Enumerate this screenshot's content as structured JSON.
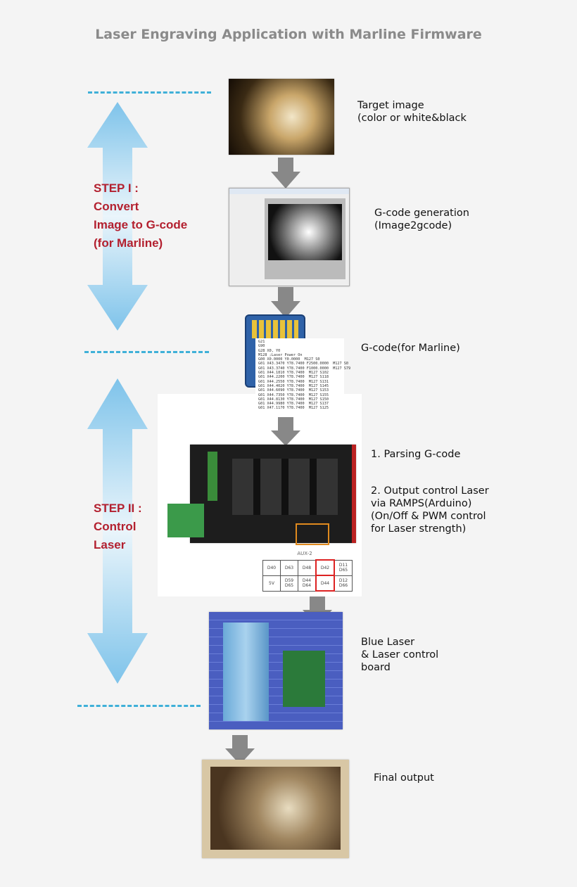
{
  "title": "Laser Engraving Application with Marline Firmware",
  "steps": [
    {
      "lines": [
        "STEP I :",
        "Convert",
        "Image to G-code",
        "(for Marline)"
      ]
    },
    {
      "lines": [
        "STEP II :",
        "Control",
        "Laser"
      ]
    }
  ],
  "labels": {
    "target": [
      "Target image",
      "(color or white&black"
    ],
    "gcodegen": [
      "G-code generation",
      "(Image2gcode)"
    ],
    "gcode": [
      "G-code(for Marline)"
    ],
    "parse": [
      "1. Parsing G-code"
    ],
    "output": [
      "2. Output control Laser",
      "via RAMPS(Arduino)",
      "(On/Off & PWM control",
      "for Laser strength)"
    ],
    "laser": [
      "Blue Laser",
      "& Laser control",
      "board"
    ],
    "final": [
      "Final output"
    ]
  },
  "gcode_lines": [
    "G21",
    "G90",
    "G28 X0, Y0",
    "M128 ;Laser Power On",
    "G00 X0.0000 Y0.0000  M127 S0",
    "G01 X43.3470 Y78.7400 F2500.0000  M127 S0",
    "G01 X43.3740 Y78.7400 F1000.0000  M127 S79",
    "G01 X44.1810 Y78.7400  M127 S102",
    "G01 X44.2200 Y78.7400  M127 S118",
    "G01 X44.2550 Y78.7400  M127 S131",
    "G01 X44.4020 Y78.7400  M127 S145",
    "G01 X44.6090 Y78.7400  M127 S153",
    "G01 X44.7350 Y78.7400  M127 S155",
    "G01 X44.8130 Y78.7400  M127 S150",
    "G01 X44.9980 Y78.7400  M127 S137",
    "G01 X47.1170 Y78.7400  M127 S125"
  ],
  "aux": {
    "label": "AUX-2",
    "rows": [
      [
        "D40",
        "D63",
        "D48",
        "D42",
        "D11 D65"
      ],
      [
        "5V",
        "D59 D65",
        "D44 D64",
        "D44",
        "D12 D66"
      ]
    ]
  },
  "colors": {
    "step": "#b3202f",
    "dash": "#3fb0d8",
    "arrow": "#7ec3ea"
  }
}
